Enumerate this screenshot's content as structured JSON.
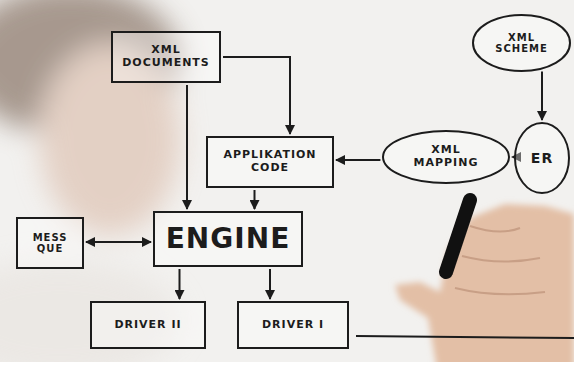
{
  "diagram": {
    "nodes": [
      {
        "text": [
          "XML DOCUMENTS"
        ]
      },
      {
        "text": [
          "XML SCHEME"
        ]
      },
      {
        "text": [
          "APPLIKATION CODE"
        ]
      },
      {
        "text": [
          "XML MAPPING"
        ]
      },
      {
        "text": [
          "ER"
        ]
      },
      {
        "text": [
          "MESS QUE"
        ]
      },
      {
        "text": [
          "ENGINE"
        ]
      },
      {
        "text": [
          "DRIVER II"
        ]
      },
      {
        "text": [
          "DRIVER I"
        ]
      }
    ],
    "edges": [
      {
        "from": 0,
        "to": 2,
        "arrow": "to"
      },
      {
        "from": 0,
        "to": 6,
        "arrow": "to"
      },
      {
        "from": 2,
        "to": 6,
        "arrow": "to"
      },
      {
        "from": 3,
        "to": 2,
        "arrow": "to"
      },
      {
        "from": 4,
        "to": 3,
        "arrow": "to"
      },
      {
        "from": 1,
        "to": 4,
        "arrow": "to"
      },
      {
        "from": 6,
        "to": 5,
        "arrow": "both"
      },
      {
        "from": 6,
        "to": 7,
        "arrow": "to"
      },
      {
        "from": 6,
        "to": 8,
        "arrow": "to"
      }
    ]
  }
}
